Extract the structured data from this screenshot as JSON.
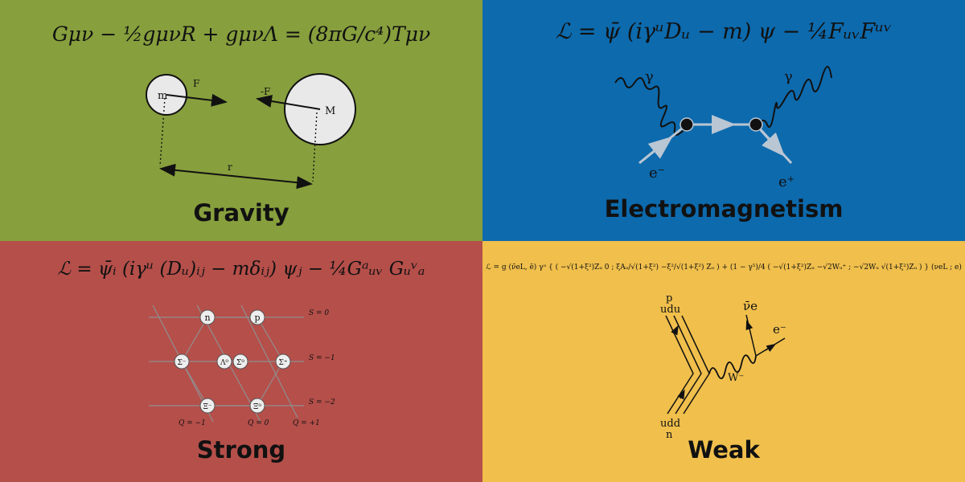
{
  "colors": {
    "gravity_bg": "#879f3d",
    "em_bg": "#0d6aad",
    "strong_bg": "#b54f4a",
    "weak_bg": "#f0bf4c"
  },
  "gravity": {
    "equation": "Gμν − ½gμνR + gμνΛ = (8πG/c⁴)Tμν",
    "title": "Gravity",
    "labels": {
      "small_mass": "m",
      "large_mass": "M",
      "force": "F",
      "neg_force": "-F",
      "distance": "r"
    }
  },
  "electromagnetism": {
    "equation": "ℒ = ψ̄ (iγᵘDᵤ − m) ψ − ¼FᵤᵥFᵘᵛ",
    "title": "Electromagnetism",
    "labels": {
      "photon_left": "γ",
      "photon_right": "γ",
      "electron": "e⁻",
      "positron": "e⁺"
    }
  },
  "strong": {
    "equation": "ℒ = ψ̄ᵢ (iγᵘ (Dᵤ)ᵢⱼ − mδᵢⱼ) ψⱼ − ¼Gᵃᵤᵥ Gᵤᵛₐ",
    "title": "Strong",
    "particles": [
      "n",
      "p",
      "Σ⁻",
      "Λ⁰",
      "Σ⁰",
      "Σ⁺",
      "Ξ⁻",
      "Ξ⁰"
    ],
    "strangeness": [
      "S = 0",
      "S = −1",
      "S = −2"
    ],
    "charge": [
      "Q = −1",
      "Q = 0",
      "Q = +1"
    ]
  },
  "weak": {
    "equation": "ℒ = g (ν̄eL, ē) γᵘ { ( −√(1+ξ²)Zᵤ  0 ; ξAᵤ/√(1+ξ²)  −ξ²/√(1+ξ²) Zᵤ ) + (1 − γ⁵)/4 ( −√(1+ξ²)Zᵤ  −√2Wᵤ⁺ ; −√2Wᵤ  √(1+ξ²)Zᵤ ) } (νeL ; e)",
    "title": "Weak",
    "labels": {
      "proton": "p",
      "proton_quarks": "udu",
      "neutron_quarks": "udd",
      "neutron": "n",
      "antineutrino": "ν̄e",
      "electron": "e⁻",
      "w_boson": "W⁻"
    }
  }
}
